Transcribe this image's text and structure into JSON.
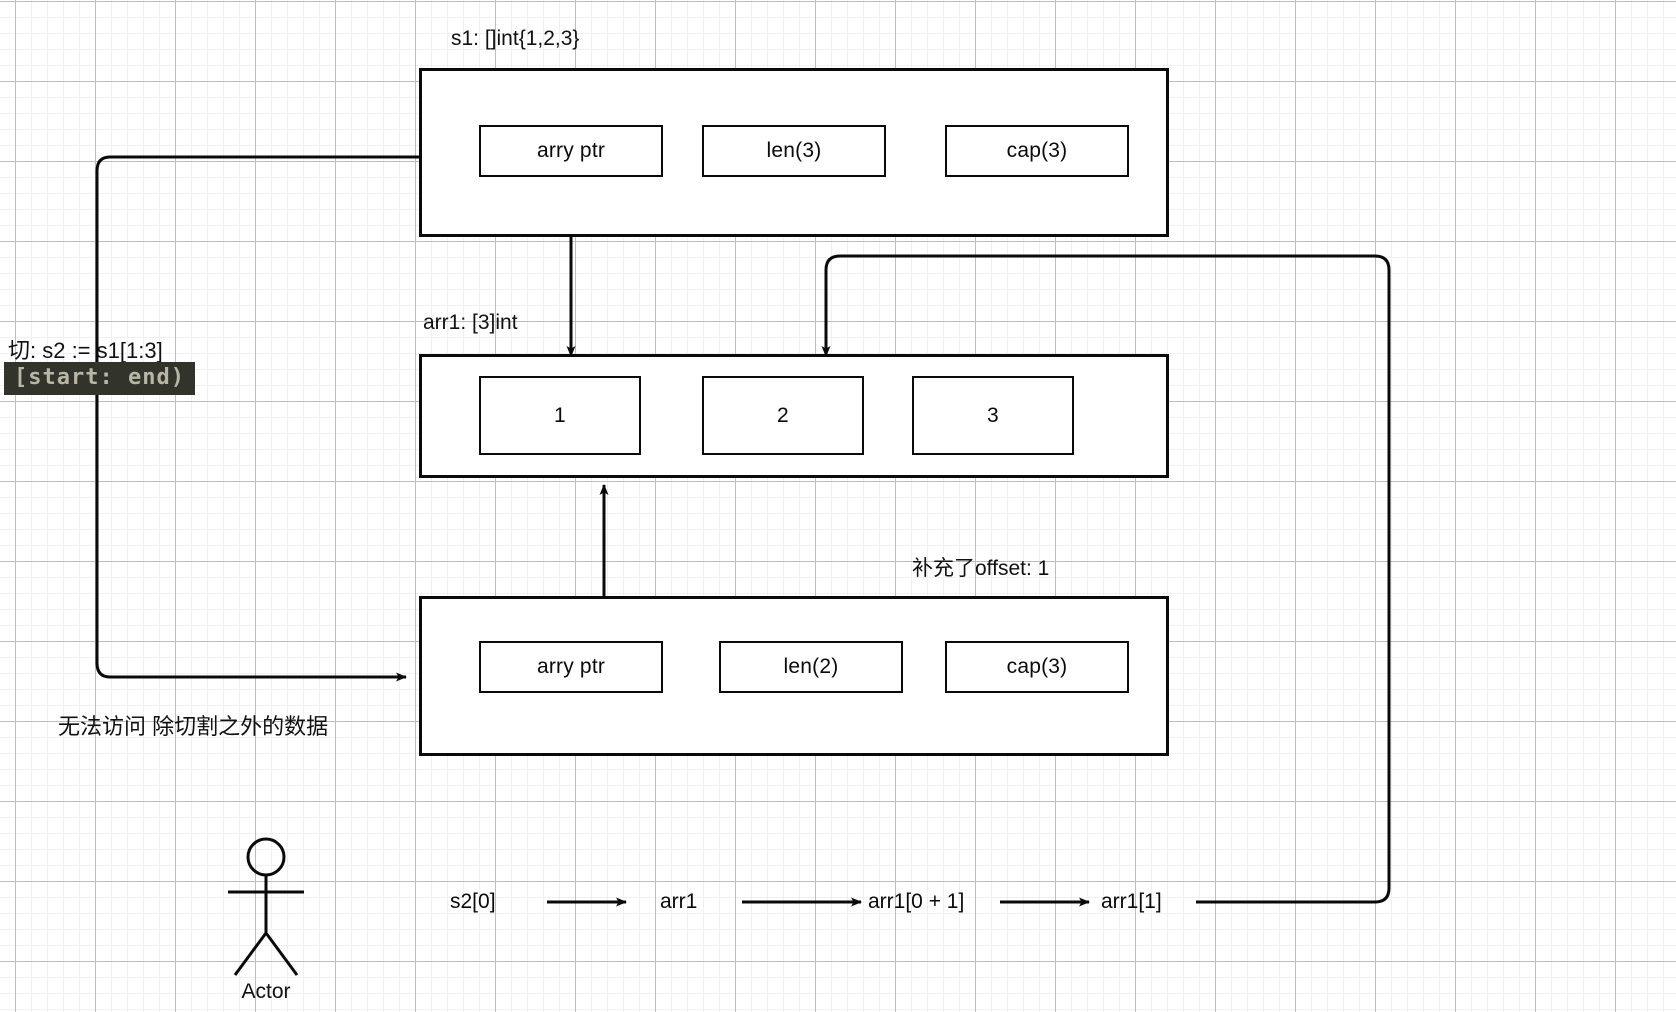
{
  "diagram": {
    "title_slice1": "s1: []int{1,2,3}",
    "title_array": "arr1: [3]int",
    "title_offset": "补充了offset: 1",
    "slice_op_note": "切:  s2 := s1[1:3]",
    "slice_op_code": "[start: end)",
    "access_note": "无法访问 除切割之外的数据",
    "actor_label": "Actor"
  },
  "slice1": {
    "fields": [
      {
        "label": "arry ptr"
      },
      {
        "label": "len(3)"
      },
      {
        "label": "cap(3)"
      }
    ]
  },
  "array1": {
    "elements": [
      {
        "label": "1"
      },
      {
        "label": "2"
      },
      {
        "label": "3"
      }
    ]
  },
  "slice2": {
    "fields": [
      {
        "label": "arry ptr"
      },
      {
        "label": "len(2)"
      },
      {
        "label": "cap(3)"
      }
    ]
  },
  "flow": {
    "steps": [
      {
        "label": "s2[0]"
      },
      {
        "label": "arr1"
      },
      {
        "label": "arr1[0 + 1]"
      },
      {
        "label": "arr1[1]"
      }
    ]
  },
  "colors": {
    "stroke": "#0a0a0a",
    "grid_major": "#bdbdbd",
    "grid_minor": "#f0f0f0",
    "code_chip_bg": "#32332b",
    "code_chip_fg": "#b8b6a4",
    "canvas_bg": "#ffffff"
  }
}
